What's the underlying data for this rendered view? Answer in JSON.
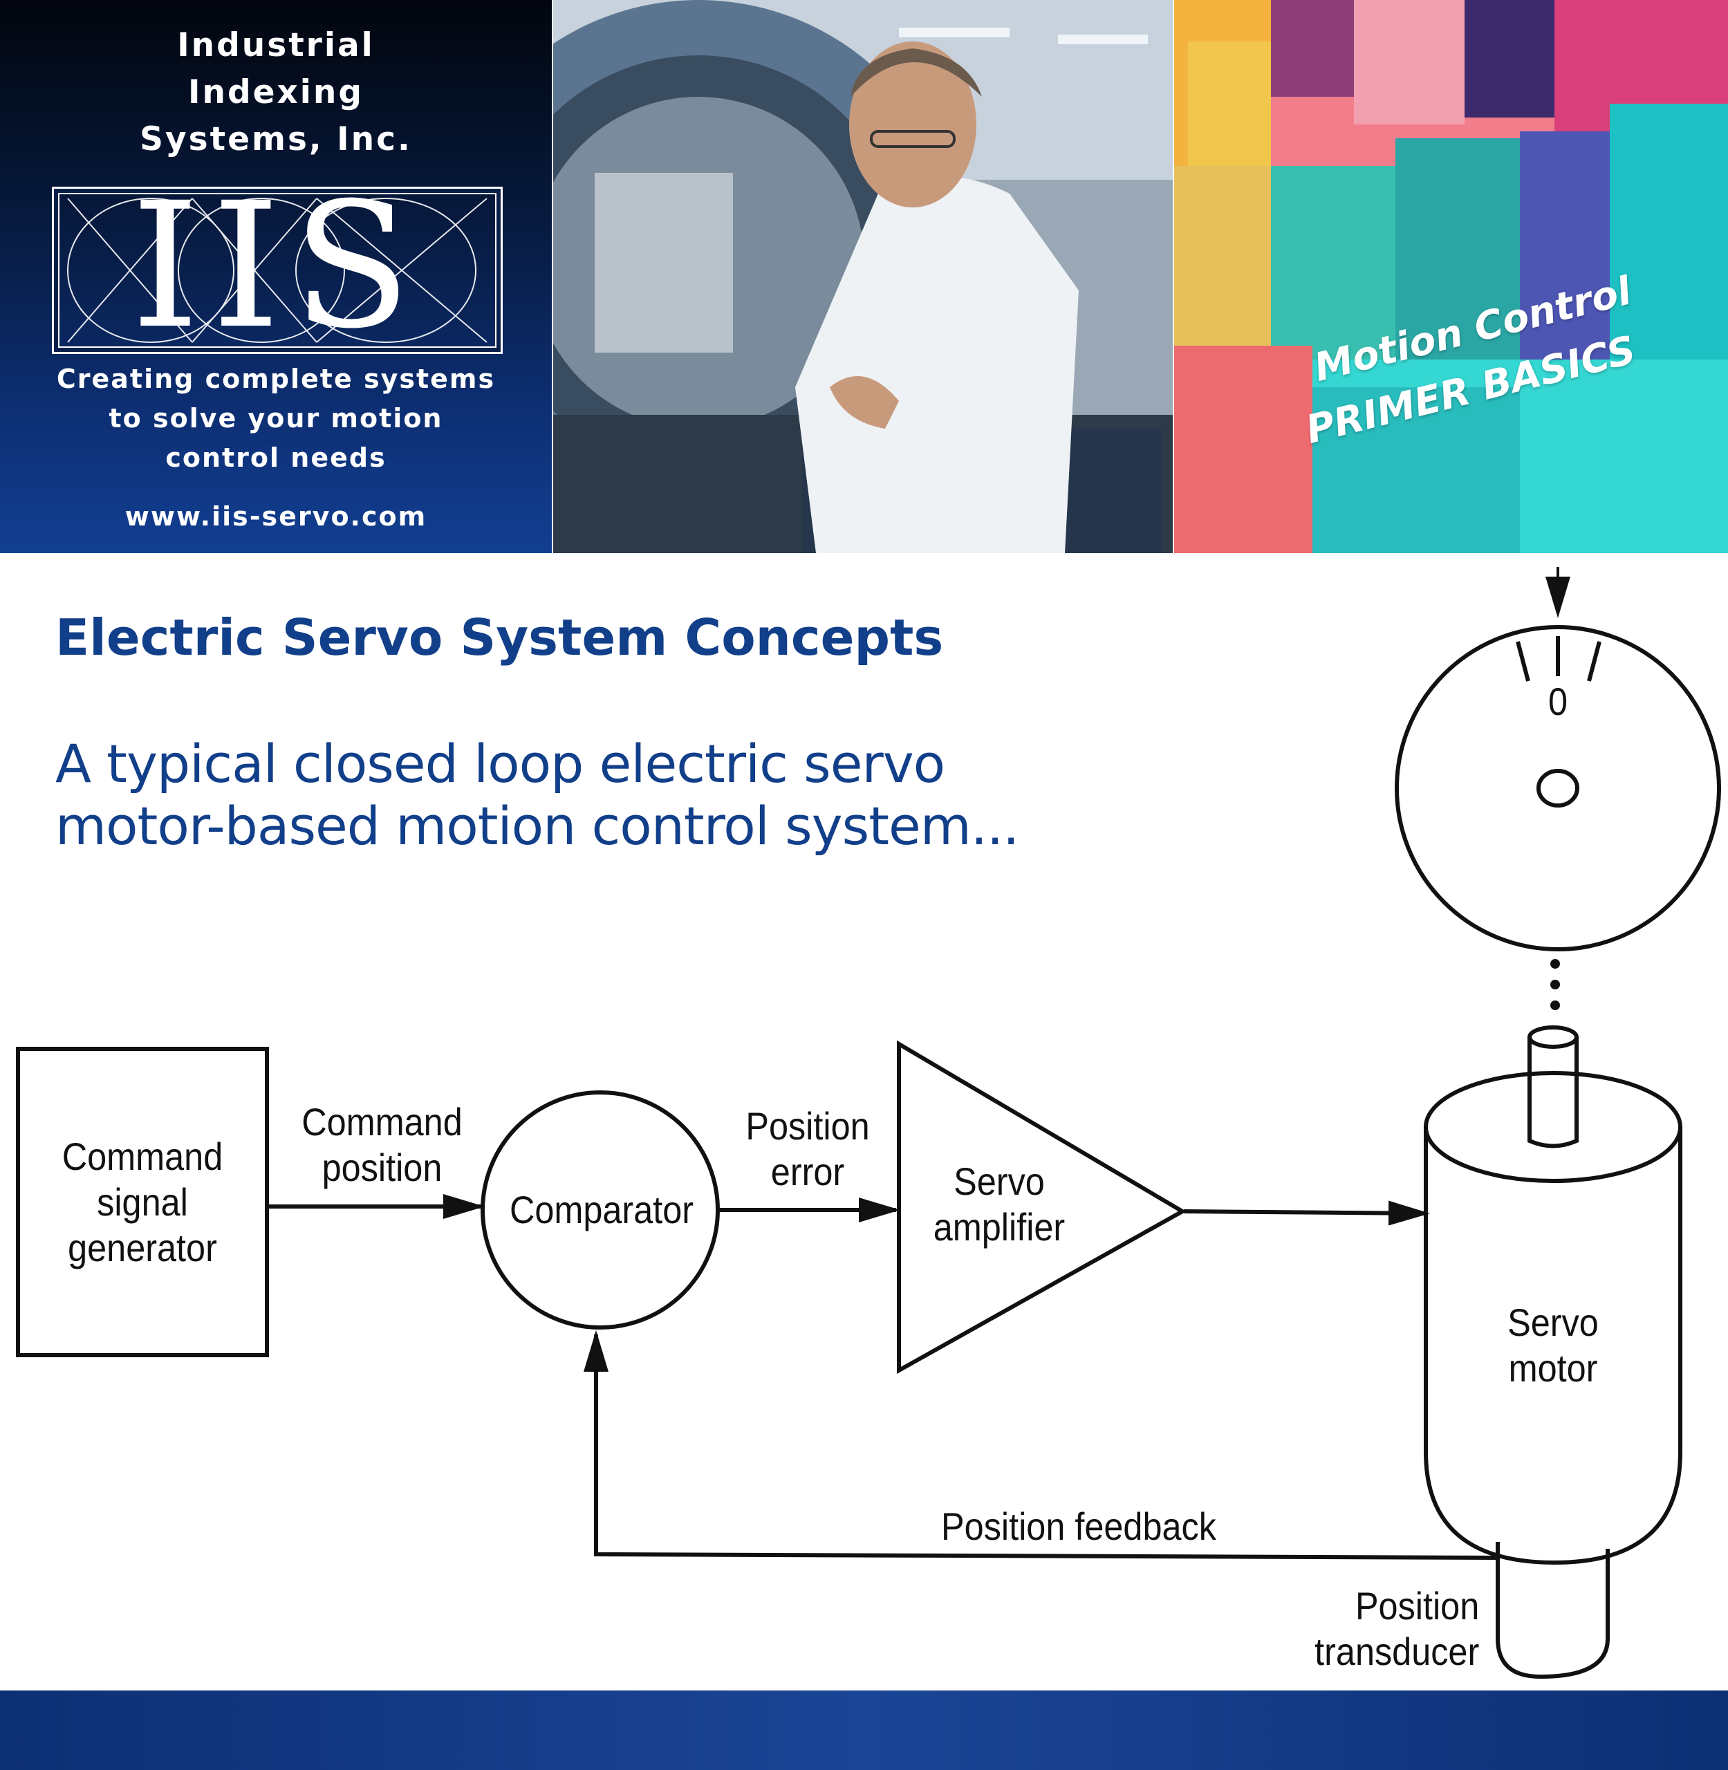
{
  "banner": {
    "company_lines": [
      "Industrial",
      "Indexing",
      "Systems, Inc."
    ],
    "logo_text": "IIS",
    "tagline_lines": [
      "Creating complete systems",
      "to solve your motion",
      "control needs"
    ],
    "website": "www.iis-servo.com",
    "primer_line1": "Motion Control",
    "primer_line2": "PRIMER BASICS"
  },
  "content": {
    "title": "Electric Servo System Concepts",
    "subtitle_lines": [
      "A typical closed loop electric servo",
      "motor-based motion control system..."
    ]
  },
  "diagram": {
    "generator_label": [
      "Command",
      "signal",
      "generator"
    ],
    "command_position_label": [
      "Command",
      "position"
    ],
    "comparator_label": "Comparator",
    "position_error_label": [
      "Position",
      "error"
    ],
    "amplifier_label": [
      "Servo",
      "amplifier"
    ],
    "motor_label": [
      "Servo",
      "motor"
    ],
    "feedback_label": "Position feedback",
    "transducer_label": [
      "Position",
      "transducer"
    ],
    "dial_zero": "0"
  },
  "colors": {
    "heading_blue": "#123f8a",
    "banner_navy": "#0d2f74",
    "line_black": "#111111"
  }
}
